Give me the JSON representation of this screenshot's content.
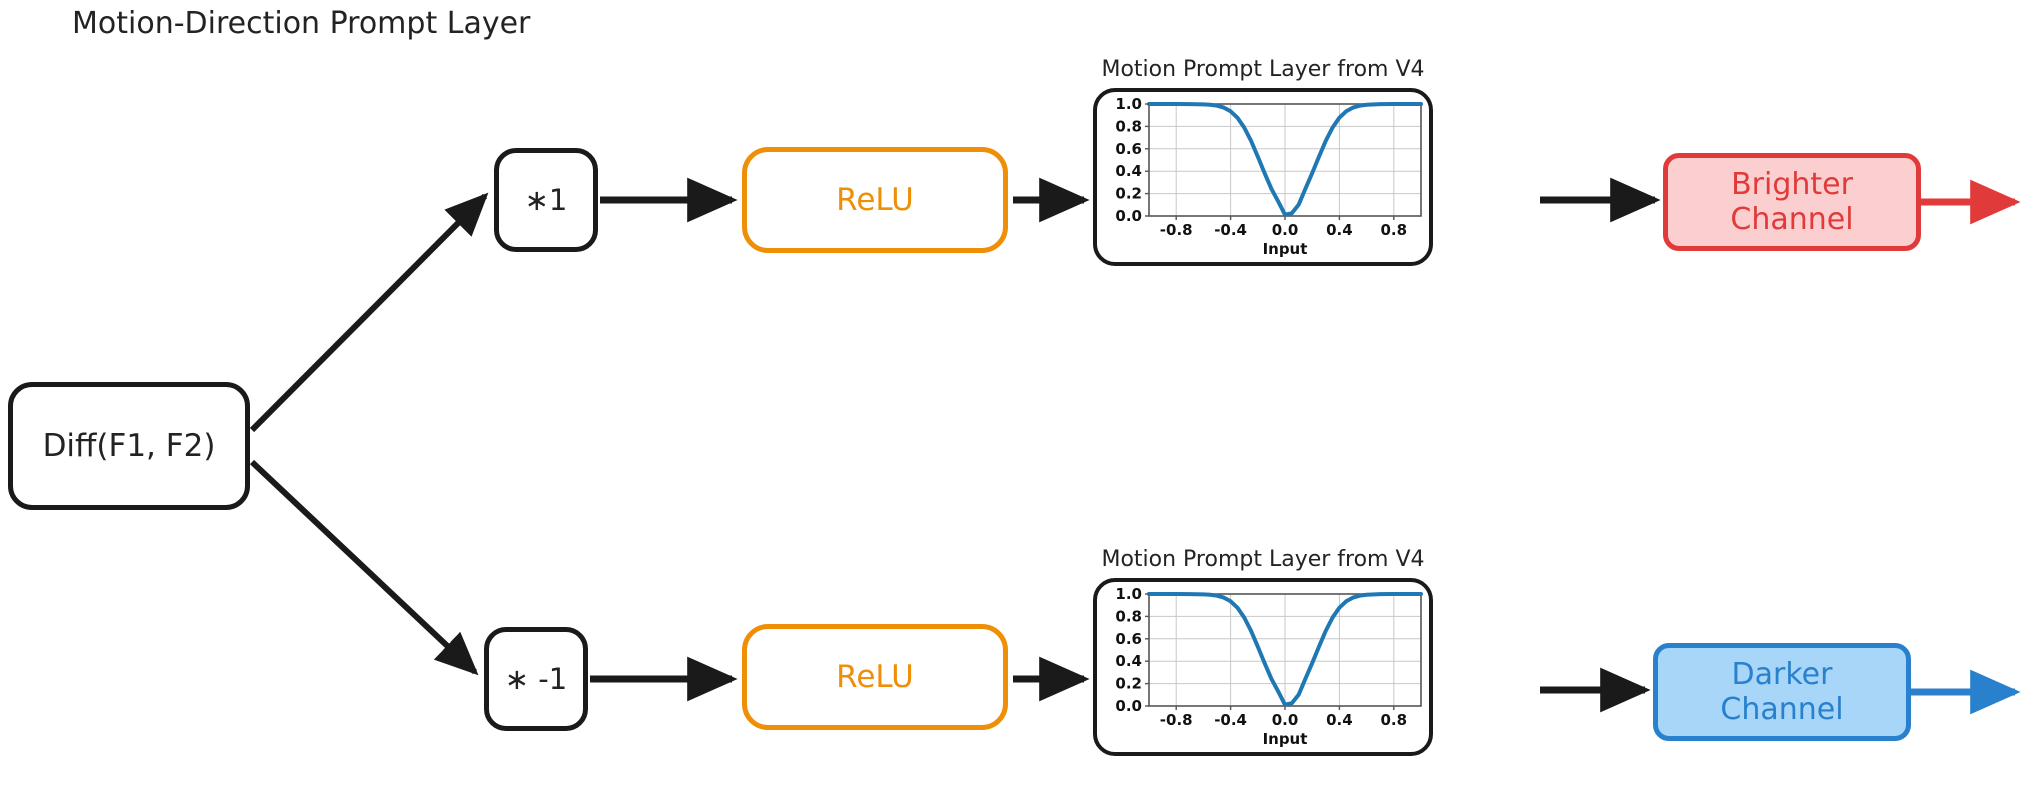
{
  "page": {
    "title": "Motion-Direction Prompt Layer",
    "background_color": "#ffffff"
  },
  "nodes": {
    "diff": {
      "label": "Diff(F1, F2)",
      "border_color": "#1a1a1a",
      "fill": "#ffffff"
    },
    "multiply_positive": {
      "label": "∗1",
      "border_color": "#1a1a1a",
      "fill": "#ffffff"
    },
    "multiply_negative": {
      "label": "∗ -1",
      "border_color": "#1a1a1a",
      "fill": "#ffffff"
    },
    "relu_top": {
      "label": "ReLU",
      "border_color": "#ef8f08",
      "text_color": "#ef8f08",
      "fill": "#ffffff"
    },
    "relu_bottom": {
      "label": "ReLU",
      "border_color": "#ef8f08",
      "text_color": "#ef8f08",
      "fill": "#ffffff"
    },
    "brighter_channel": {
      "line1": "Brighter",
      "line2": "Channel",
      "border_color": "#e03a3a",
      "fill": "#fbcfcf",
      "text_color": "#e03a3a"
    },
    "darker_channel": {
      "line1": "Darker",
      "line2": "Channel",
      "border_color": "#2980cc",
      "fill": "#a8d6f8",
      "text_color": "#2980cc"
    }
  },
  "edges": {
    "diff_to_mult_pos": {
      "color": "#1a1a1a"
    },
    "diff_to_mult_neg": {
      "color": "#1a1a1a"
    },
    "mult_pos_to_relu": {
      "color": "#1a1a1a"
    },
    "mult_neg_to_relu": {
      "color": "#1a1a1a"
    },
    "relu_top_to_chart": {
      "color": "#1a1a1a"
    },
    "relu_bot_to_chart": {
      "color": "#1a1a1a"
    },
    "chart_top_to_brighter": {
      "color": "#1a1a1a"
    },
    "chart_bot_to_darker": {
      "color": "#1a1a1a"
    },
    "brighter_out": {
      "color": "#e03a3a"
    },
    "darker_out": {
      "color": "#2980cc"
    }
  },
  "chart_data": [
    {
      "id": "motion-prompt-top",
      "type": "line",
      "title": "Motion Prompt Layer from V4",
      "xlabel": "Input",
      "ylabel": "",
      "xlim": [
        -1.0,
        1.0
      ],
      "ylim": [
        0.0,
        1.0
      ],
      "xticks": [
        -0.8,
        -0.4,
        0.0,
        0.4,
        0.8
      ],
      "xticklabels": [
        "-0.8",
        "-0.4",
        "0.0",
        "0.4",
        "0.8"
      ],
      "yticks": [
        0.0,
        0.2,
        0.4,
        0.6,
        0.8,
        1.0
      ],
      "yticklabels": [
        "0.0",
        "0.2",
        "0.4",
        "0.6",
        "0.8",
        "1.0"
      ],
      "grid": true,
      "line_color": "#1f77b4",
      "line_width": 4,
      "x": [
        -1.0,
        -0.9,
        -0.8,
        -0.7,
        -0.6,
        -0.55,
        -0.5,
        -0.45,
        -0.4,
        -0.35,
        -0.3,
        -0.25,
        -0.2,
        -0.15,
        -0.1,
        -0.05,
        0.0,
        0.05,
        0.1,
        0.15,
        0.2,
        0.25,
        0.3,
        0.35,
        0.4,
        0.45,
        0.5,
        0.55,
        0.6,
        0.7,
        0.8,
        0.9,
        1.0
      ],
      "y": [
        1.0,
        1.0,
        1.0,
        0.999,
        0.997,
        0.993,
        0.985,
        0.968,
        0.935,
        0.878,
        0.79,
        0.672,
        0.53,
        0.383,
        0.243,
        0.13,
        0.012,
        0.025,
        0.1,
        0.243,
        0.383,
        0.53,
        0.672,
        0.79,
        0.878,
        0.935,
        0.968,
        0.985,
        0.993,
        0.999,
        1.0,
        1.0,
        1.0
      ]
    },
    {
      "id": "motion-prompt-bottom",
      "type": "line",
      "title": "Motion Prompt Layer from V4",
      "xlabel": "Input",
      "ylabel": "",
      "xlim": [
        -1.0,
        1.0
      ],
      "ylim": [
        0.0,
        1.0
      ],
      "xticks": [
        -0.8,
        -0.4,
        0.0,
        0.4,
        0.8
      ],
      "xticklabels": [
        "-0.8",
        "-0.4",
        "0.0",
        "0.4",
        "0.8"
      ],
      "yticks": [
        0.0,
        0.2,
        0.4,
        0.6,
        0.8,
        1.0
      ],
      "yticklabels": [
        "0.0",
        "0.2",
        "0.4",
        "0.6",
        "0.8",
        "1.0"
      ],
      "grid": true,
      "line_color": "#1f77b4",
      "line_width": 4,
      "x": [
        -1.0,
        -0.9,
        -0.8,
        -0.7,
        -0.6,
        -0.55,
        -0.5,
        -0.45,
        -0.4,
        -0.35,
        -0.3,
        -0.25,
        -0.2,
        -0.15,
        -0.1,
        -0.05,
        0.0,
        0.05,
        0.1,
        0.15,
        0.2,
        0.25,
        0.3,
        0.35,
        0.4,
        0.45,
        0.5,
        0.55,
        0.6,
        0.7,
        0.8,
        0.9,
        1.0
      ],
      "y": [
        1.0,
        1.0,
        1.0,
        0.999,
        0.997,
        0.993,
        0.985,
        0.968,
        0.935,
        0.878,
        0.79,
        0.672,
        0.53,
        0.383,
        0.243,
        0.13,
        0.012,
        0.025,
        0.1,
        0.243,
        0.383,
        0.53,
        0.672,
        0.79,
        0.878,
        0.935,
        0.968,
        0.985,
        0.993,
        0.999,
        1.0,
        1.0,
        1.0
      ]
    }
  ]
}
